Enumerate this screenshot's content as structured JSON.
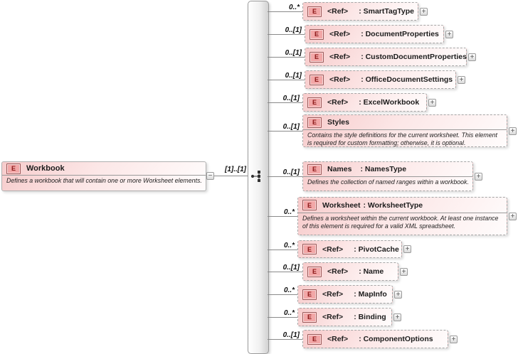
{
  "diagram": {
    "root": {
      "badge": "E",
      "name": "Workbook",
      "description": "Defines a workbook that will contain one or more Worksheet elements.",
      "cardinality": "[1]..[1]"
    },
    "compositor": "sequence",
    "children": [
      {
        "cardinality": "0..*",
        "badge": "E",
        "name": "<Ref>",
        "type": ": SmartTagType"
      },
      {
        "cardinality": "0..[1]",
        "badge": "E",
        "name": "<Ref>",
        "type": ": DocumentProperties"
      },
      {
        "cardinality": "0..[1]",
        "badge": "E",
        "name": "<Ref>",
        "type": ": CustomDocumentProperties"
      },
      {
        "cardinality": "0..[1]",
        "badge": "E",
        "name": "<Ref>",
        "type": ": OfficeDocumentSettings"
      },
      {
        "cardinality": "0..[1]",
        "badge": "E",
        "name": "<Ref>",
        "type": ": ExcelWorkbook"
      },
      {
        "cardinality": "0..[1]",
        "badge": "E",
        "name": "Styles",
        "type": "",
        "description": "Contains the style definitions for the current worksheet. This element is required for custom formatting; otherwise, it is optional."
      },
      {
        "cardinality": "0..[1]",
        "badge": "E",
        "name": "Names",
        "type": ": NamesType",
        "description": "Defines the collection of named ranges within a workbook."
      },
      {
        "cardinality": "0..*",
        "badge": "E",
        "name": "Worksheet",
        "type": ": WorksheetType",
        "description": "Defines a worksheet within the current workbook. At least one instance of this element is required for a valid XML spreadsheet."
      },
      {
        "cardinality": "0..*",
        "badge": "E",
        "name": "<Ref>",
        "type": ": PivotCache"
      },
      {
        "cardinality": "0..[1]",
        "badge": "E",
        "name": "<Ref>",
        "type": ": Name"
      },
      {
        "cardinality": "0..*",
        "badge": "E",
        "name": "<Ref>",
        "type": ": MapInfo"
      },
      {
        "cardinality": "0..*",
        "badge": "E",
        "name": "<Ref>",
        "type": ": Binding"
      },
      {
        "cardinality": "0..[1]",
        "badge": "E",
        "name": "<Ref>",
        "type": ": ComponentOptions"
      }
    ],
    "icons": {
      "expand_glyph": "+",
      "collapse_glyph": "−"
    },
    "colors": {
      "element_fill": "#f7cbcb",
      "badge_fill": "#f2a7a7",
      "badge_border": "#9c5a5a",
      "line": "#8a8a8a"
    }
  }
}
